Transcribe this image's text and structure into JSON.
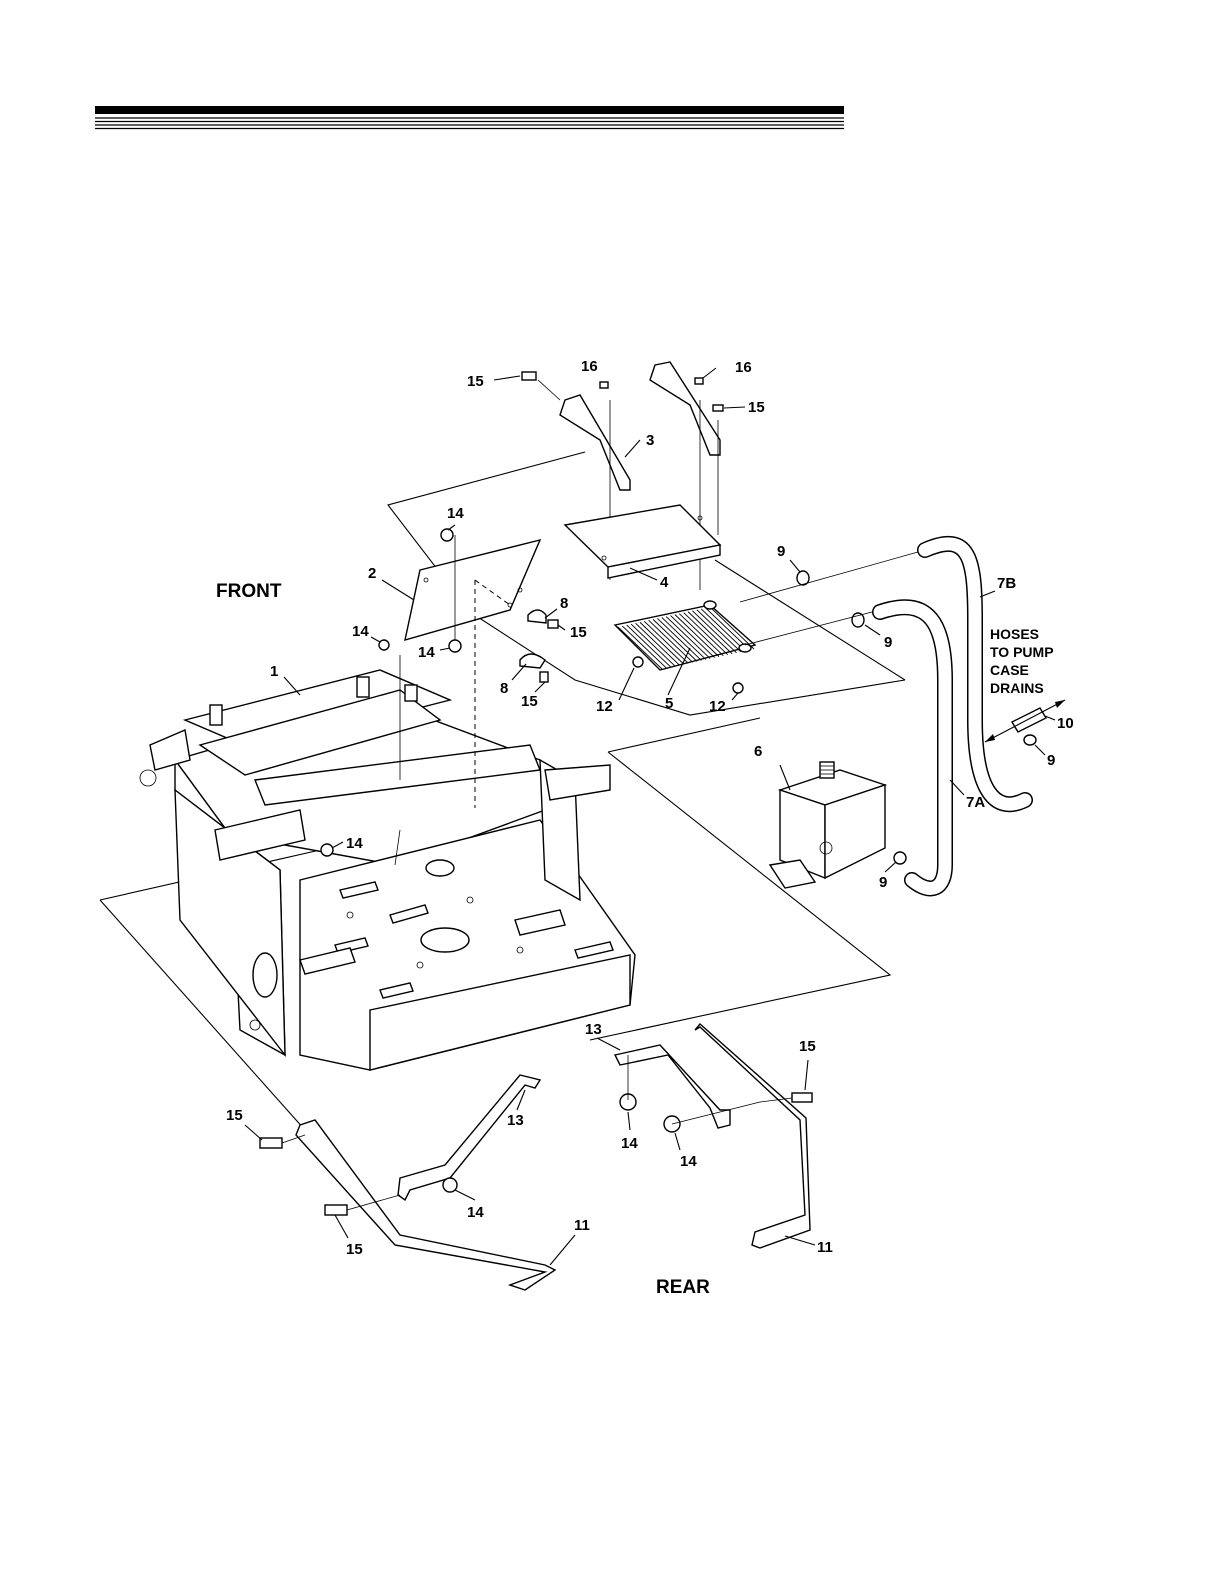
{
  "callouts": {
    "c15a": "15",
    "c16a": "16",
    "c16b": "16",
    "c15b": "15",
    "c3": "3",
    "c14a": "14",
    "c2": "2",
    "c4": "4",
    "c9a": "9",
    "c7b": "7B",
    "c8a": "8",
    "c15c": "15",
    "c14b": "14",
    "c14c": "14",
    "c1": "1",
    "c9b": "9",
    "c8b": "8",
    "c15d": "15",
    "c12a": "12",
    "c5": "5",
    "c12b": "12",
    "c10": "10",
    "c9c": "9",
    "c6": "6",
    "c7a": "7A",
    "c14d": "14",
    "c9d": "9",
    "c13a": "13",
    "c15e": "15",
    "c15f": "15",
    "c13b": "13",
    "c14e": "14",
    "c14f": "14",
    "c14g": "14",
    "c15g": "15",
    "c11a": "11",
    "c11b": "11"
  },
  "labels": {
    "front": "FRONT",
    "rear": "REAR",
    "hoses_line1": "HOSES",
    "hoses_line2": "TO PUMP",
    "hoses_line3": "CASE",
    "hoses_line4": "DRAINS"
  }
}
